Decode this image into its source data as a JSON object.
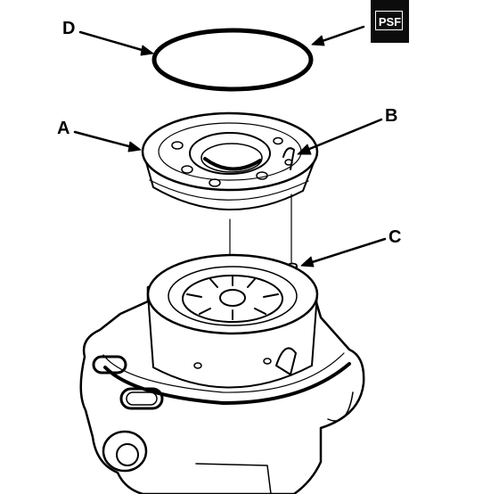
{
  "callouts": {
    "a": "A",
    "b": "B",
    "c": "C",
    "d": "D"
  },
  "badge": {
    "text": "PSF",
    "background": "#0c0c0c",
    "foreground": "#ffffff"
  },
  "parts": [
    {
      "id": "a",
      "icon": "pump-cover-icon"
    },
    {
      "id": "b",
      "icon": "dowel-hole-icon"
    },
    {
      "id": "c",
      "icon": "dowel-pin-icon"
    },
    {
      "id": "d",
      "icon": "o-ring-icon"
    }
  ]
}
